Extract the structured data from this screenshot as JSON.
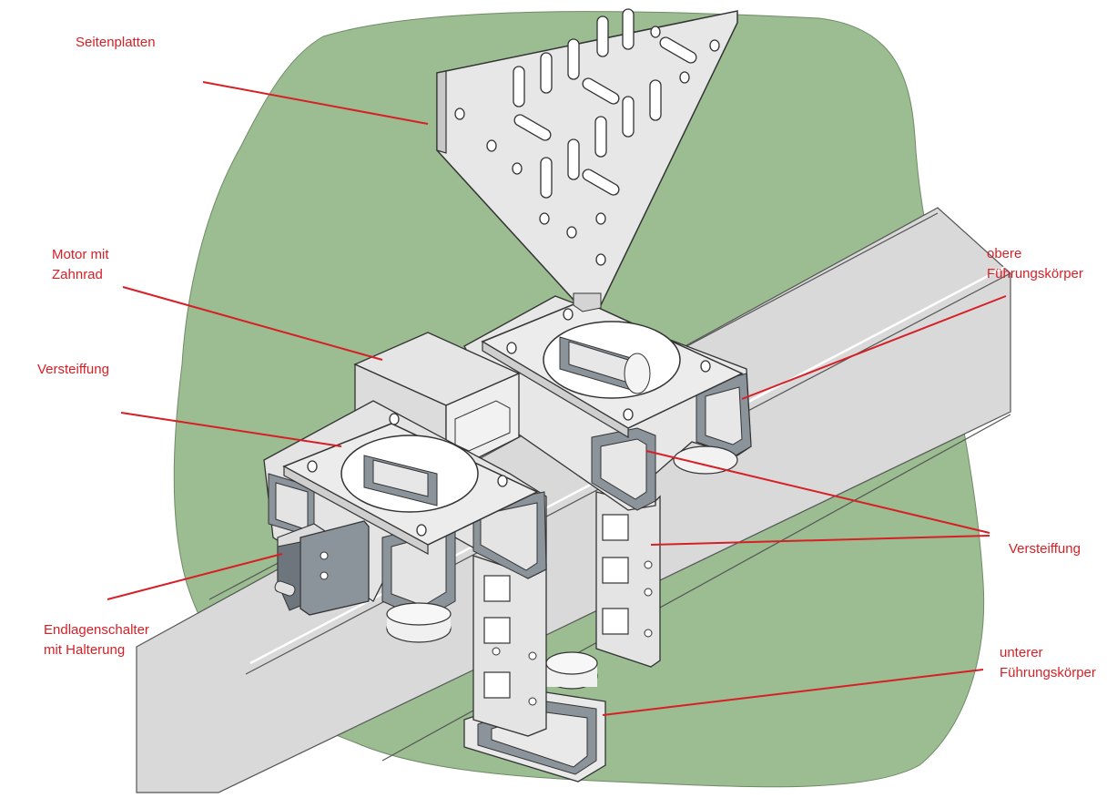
{
  "labels": {
    "seitenplatten": [
      "Seitenplatten"
    ],
    "motor": [
      "Motor mit",
      "Zahnrad"
    ],
    "versteiffung_left": [
      "Versteiffung"
    ],
    "endlagenschalter": [
      "Endlagenschalter",
      "mit Halterung"
    ],
    "obere": [
      "obere",
      "Führungskörper"
    ],
    "versteiffung_right": [
      "Versteiffung"
    ],
    "unterer": [
      "unterer",
      "Führungskörper"
    ]
  },
  "colors": {
    "background_green": "#9bbd91",
    "rail": "#d9d9d9",
    "metal_light": "#e6e6e6",
    "metal_dark": "#8c949b",
    "callout_line": "#d71f26",
    "callout_text": "#d71f26"
  }
}
